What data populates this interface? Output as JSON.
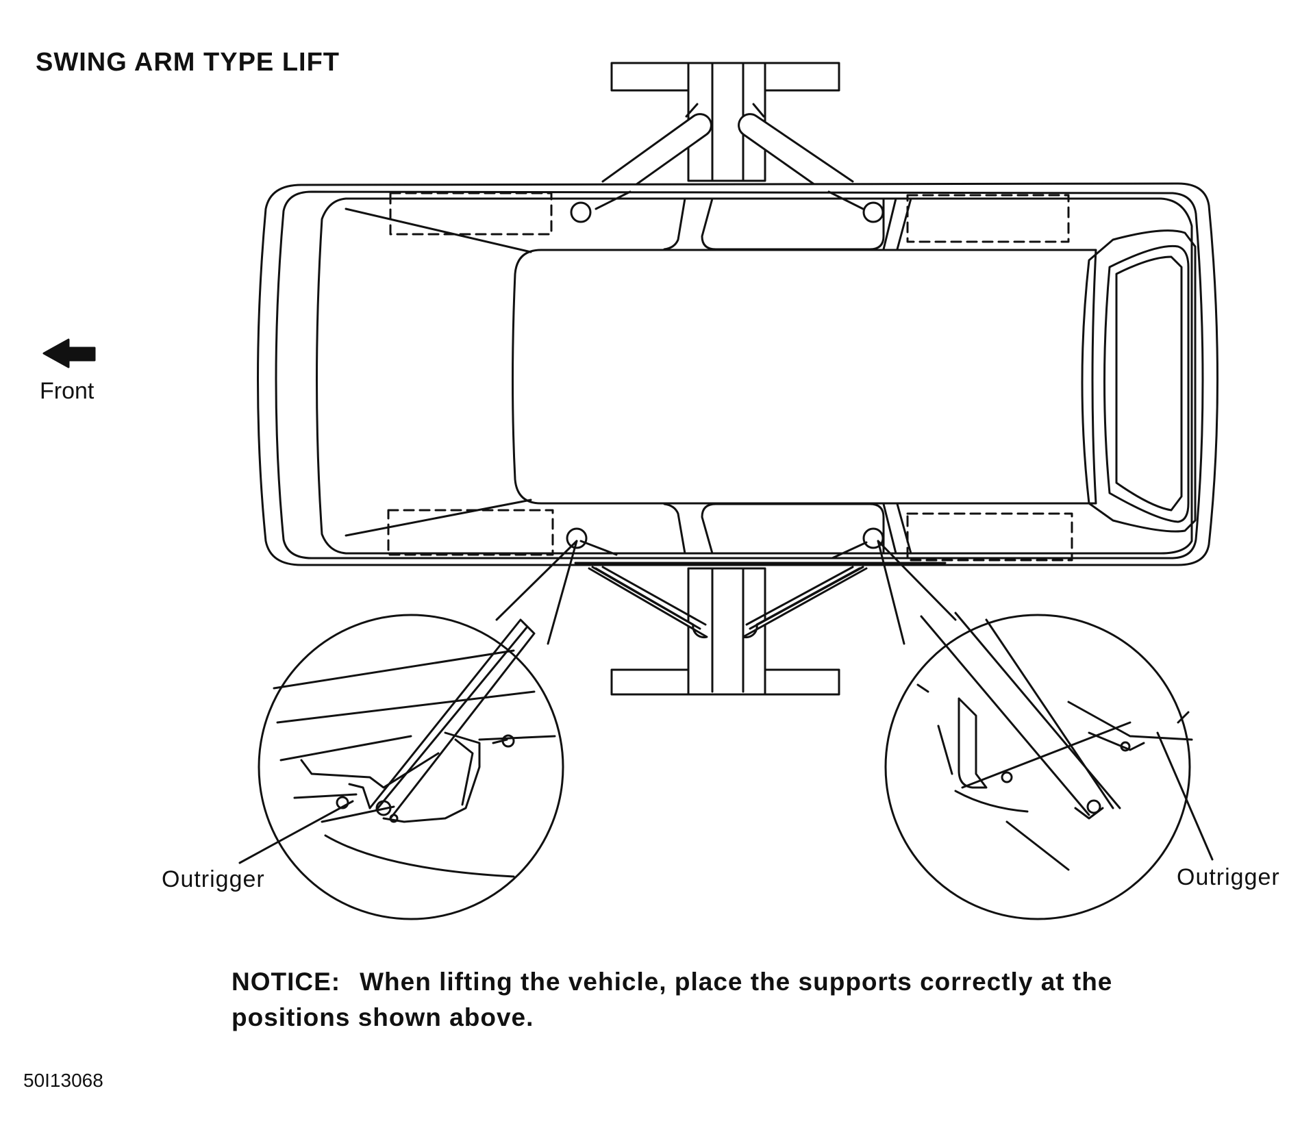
{
  "title": "SWING ARM TYPE LIFT",
  "front_label": "Front",
  "callouts": {
    "left": "Outrigger",
    "right": "Outrigger"
  },
  "notice": {
    "heading": "NOTICE:",
    "text": "When lifting the vehicle, place the supports correctly at the positions shown above."
  },
  "figure_code": "50I13068",
  "colors": {
    "ink": "#111111",
    "background": "#ffffff"
  },
  "icons": [
    "arrow-left-icon"
  ]
}
